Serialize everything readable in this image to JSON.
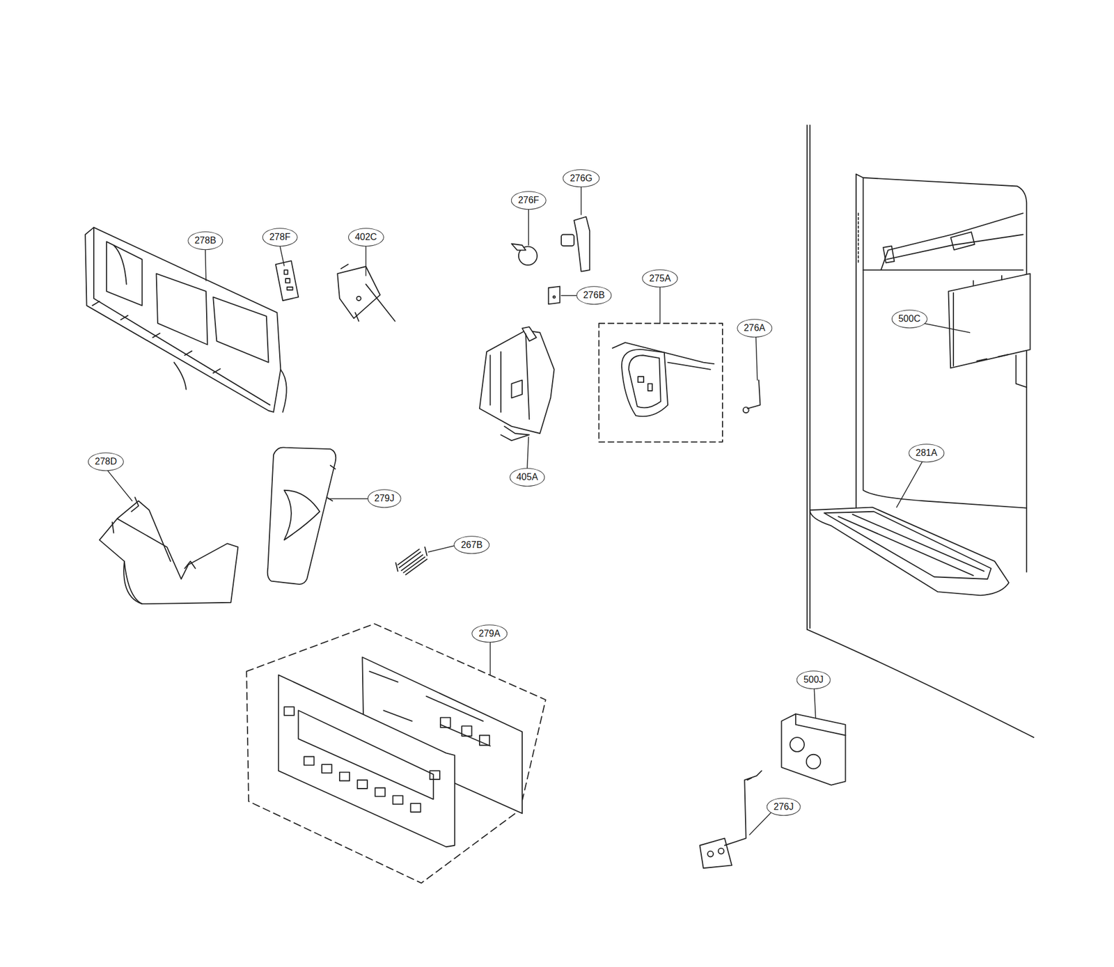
{
  "diagram": {
    "labels": [
      "276G",
      "276F",
      "278F",
      "402C",
      "278B",
      "275A",
      "276B",
      "500C",
      "276A",
      "281A",
      "278D",
      "405A",
      "279J",
      "267B",
      "279A",
      "500J",
      "276J"
    ]
  }
}
